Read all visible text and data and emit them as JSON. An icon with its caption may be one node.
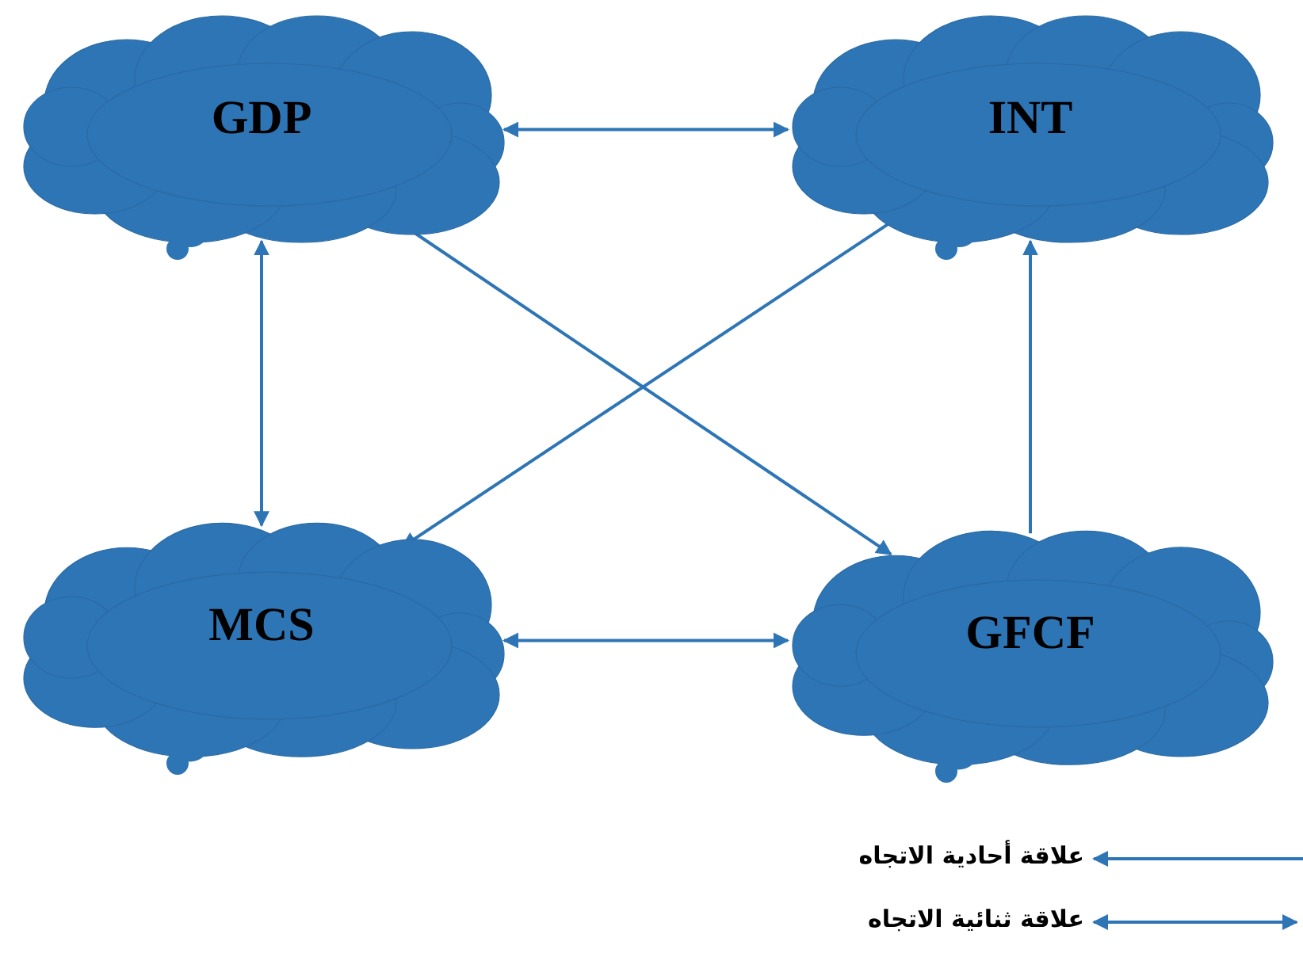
{
  "diagram": {
    "nodes": [
      {
        "text": [
          "GDP"
        ]
      },
      {
        "text": [
          "INT"
        ]
      },
      {
        "text": [
          "MCS"
        ]
      },
      {
        "text": [
          "GFCF"
        ]
      }
    ],
    "edges": [
      {
        "from": 0,
        "to": 1,
        "arrow": "both"
      },
      {
        "from": 0,
        "to": 3,
        "arrow": "to"
      },
      {
        "from": 1,
        "to": 2,
        "arrow": "to"
      },
      {
        "from": 0,
        "to": 2,
        "arrow": "both"
      },
      {
        "from": 2,
        "to": 3,
        "arrow": "both"
      },
      {
        "from": 3,
        "to": 1,
        "arrow": "to"
      }
    ],
    "legend": [
      {
        "text": "علاقة أحادية الاتجاه"
      },
      {
        "text": "علاقة ثنائية الاتجاه"
      }
    ]
  }
}
